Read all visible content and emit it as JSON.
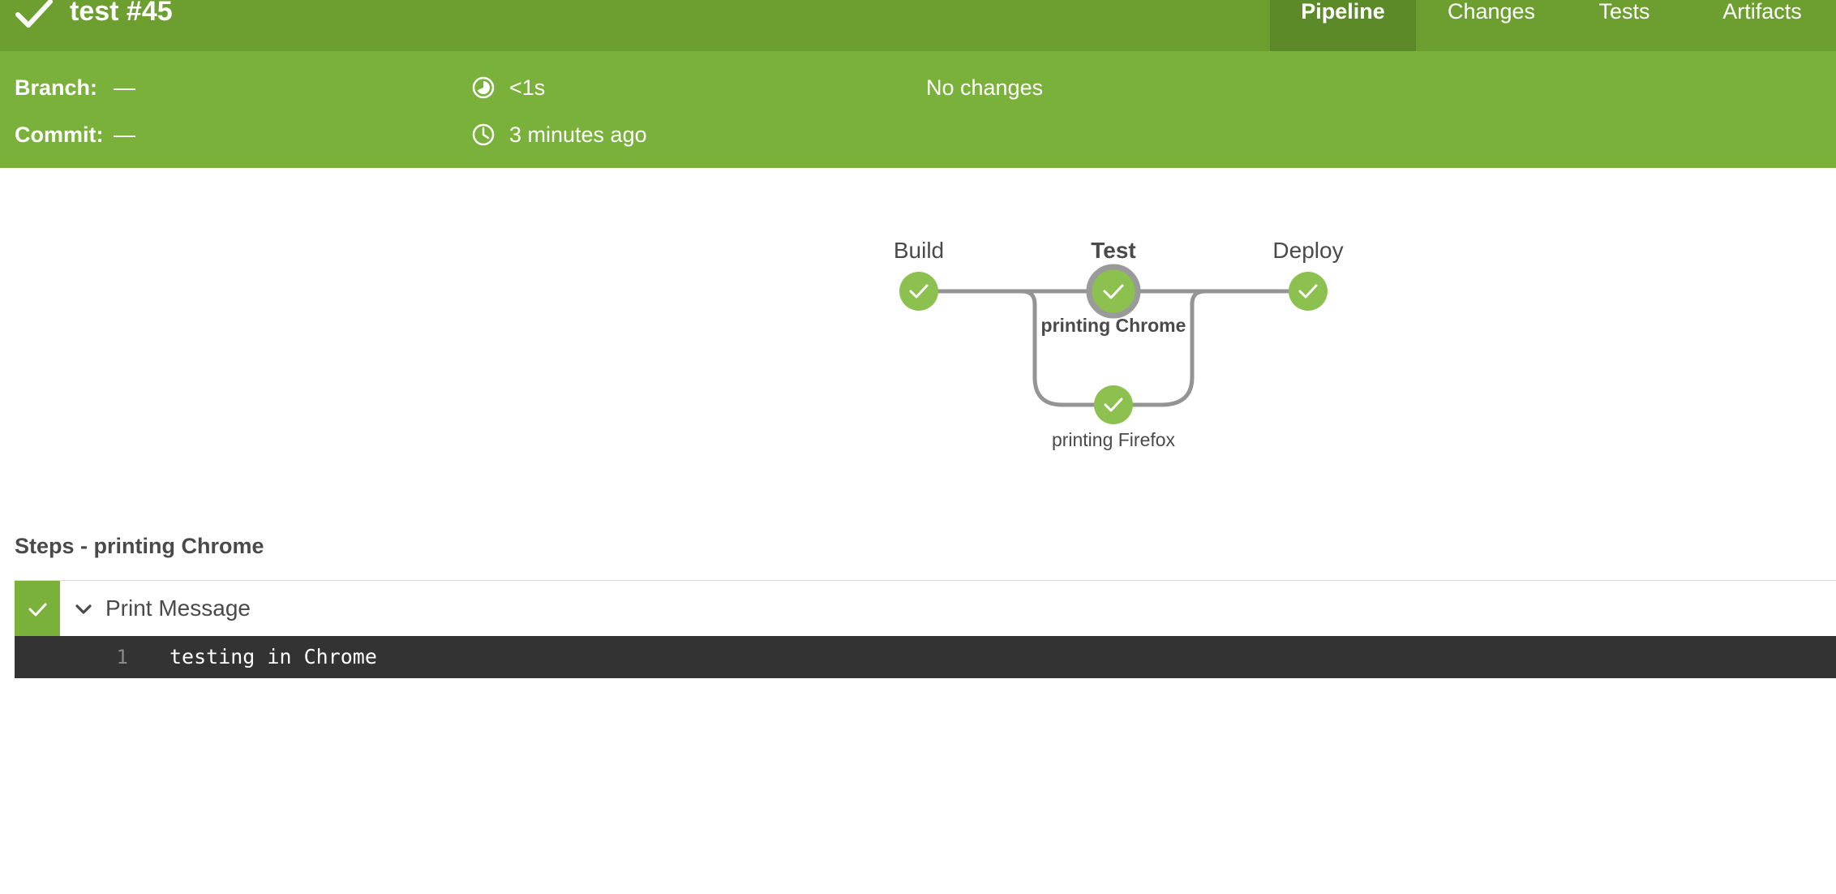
{
  "header": {
    "run_title": "test #45",
    "status_icon": "check-icon",
    "tabs": [
      {
        "label": "Pipeline",
        "active": true
      },
      {
        "label": "Changes",
        "active": false
      },
      {
        "label": "Tests",
        "active": false
      },
      {
        "label": "Artifacts",
        "active": false
      }
    ]
  },
  "info": {
    "branch_label": "Branch:",
    "branch_value": "—",
    "commit_label": "Commit:",
    "commit_value": "—",
    "duration_icon": "duration-icon",
    "duration": "<1s",
    "time_icon": "clock-icon",
    "time_ago": "3 minutes ago",
    "changes": "No changes"
  },
  "pipeline": {
    "stages": [
      {
        "label": "Build"
      },
      {
        "label": "Test",
        "selected": true
      },
      {
        "label": "Deploy"
      }
    ],
    "parallel_branches": [
      {
        "label": "printing Chrome",
        "selected": true
      },
      {
        "label": "printing Firefox"
      }
    ]
  },
  "steps": {
    "title": "Steps - printing Chrome",
    "items": [
      {
        "name": "Print Message",
        "status_icon": "check-icon",
        "expand_icon": "chevron-down-icon"
      }
    ],
    "log": [
      {
        "line": "1",
        "text": "testing in Chrome"
      }
    ]
  },
  "colors": {
    "header_dark": "#6d9f30",
    "header_light": "#79b13a",
    "tab_active": "#5c8a28",
    "success": "#8cc04f",
    "connector": "#949494",
    "log_background": "#333333"
  }
}
